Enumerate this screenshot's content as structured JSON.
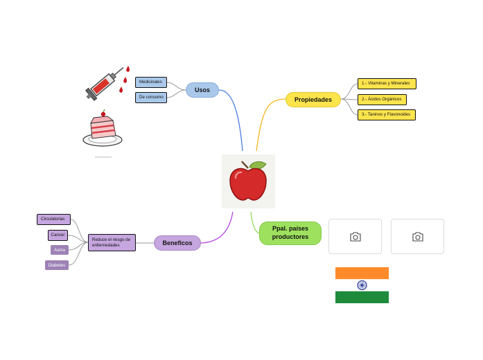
{
  "central": {
    "image": "apple-icon"
  },
  "usos": {
    "label": "Usos",
    "children": [
      "Medicinales",
      "De consumo"
    ],
    "images": [
      "syringe-icon",
      "cake-icon"
    ],
    "color": "#a9c8ea"
  },
  "propiedades": {
    "label": "Propiedades",
    "children": [
      "1.- Vitaminas y Minerales",
      "2.- Ácidos Orgánicos",
      "3.- Taninos y Flavonoides"
    ],
    "color": "#fce44d"
  },
  "beneficos": {
    "label": "Beneficos",
    "child": "Reduce el riesgo de enfermedades",
    "grandchildren": [
      "Circulatorias",
      "Cancer",
      "Asma",
      "Diabetes"
    ],
    "color": "#c5a6de"
  },
  "productores": {
    "label": "Ppal. países productores",
    "images": [
      "camera-icon",
      "camera-icon",
      "india-flag"
    ],
    "color": "#9ee15f"
  },
  "colors": {
    "usos_branch": "#4a7be0",
    "propiedades_branch": "#f2b61e",
    "beneficos_branch": "#b347e0",
    "productores_branch": "#95d95c",
    "sub_branch": "#999999"
  }
}
